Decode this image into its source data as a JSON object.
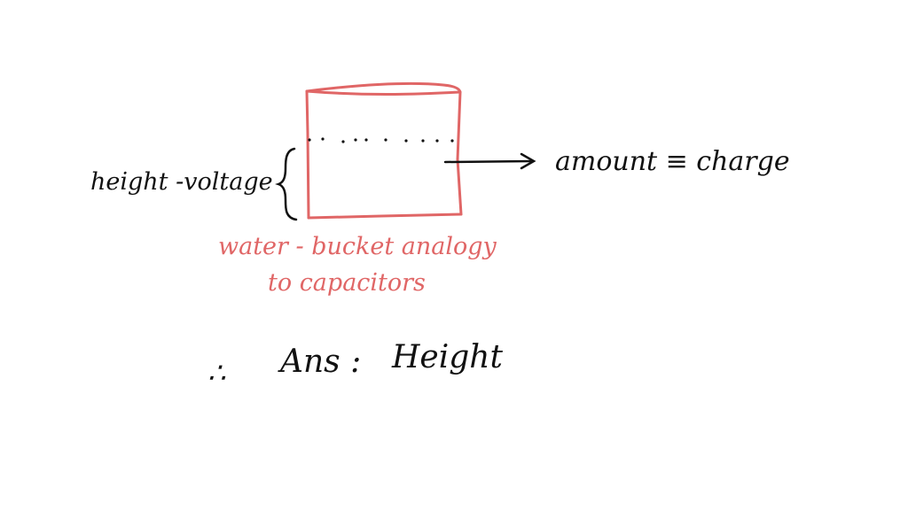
{
  "diagram": {
    "bucket_color": "#e06666",
    "ink_color": "#111111",
    "left_label": "height -voltage",
    "right_label": "amount ≡ charge",
    "caption_line1": "water - bucket  analogy",
    "caption_line2": "to  capacitors",
    "therefore": "∴",
    "answer_prefix": "Ans :",
    "answer_value": "Height"
  }
}
